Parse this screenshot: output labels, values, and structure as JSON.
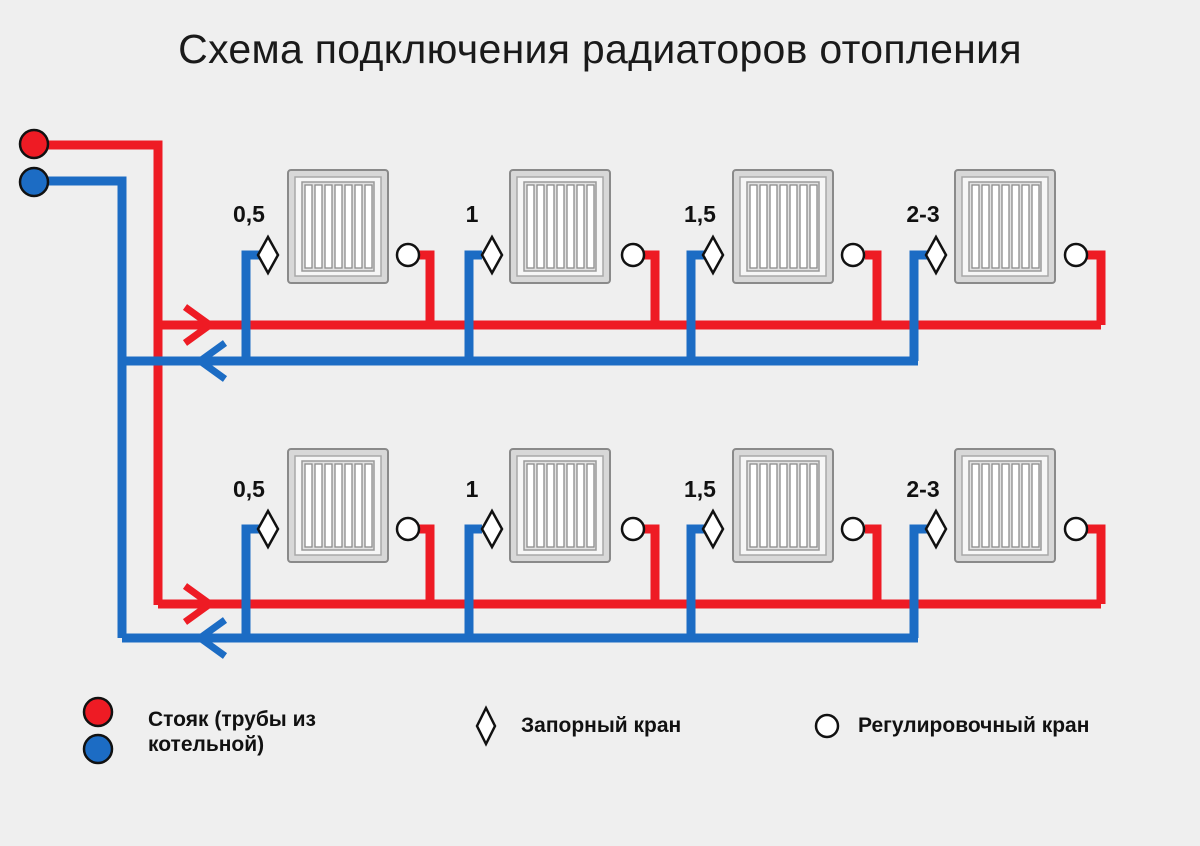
{
  "title": "Схема подключения радиаторов отопления",
  "floors": [
    {
      "radiators": [
        {
          "label": "0,5"
        },
        {
          "label": "1"
        },
        {
          "label": "1,5"
        },
        {
          "label": "2-3"
        }
      ]
    },
    {
      "radiators": [
        {
          "label": "0,5"
        },
        {
          "label": "1"
        },
        {
          "label": "1,5"
        },
        {
          "label": "2-3"
        }
      ]
    }
  ],
  "legend": {
    "riser_line1": "Стояк (трубы из",
    "riser_line2": "котельной)",
    "shutoff": "Запорный кран",
    "regulating": "Регулировочный кран"
  },
  "colors": {
    "supply": "#ee1b24",
    "return": "#1c6cc4",
    "background": "#efefef"
  }
}
